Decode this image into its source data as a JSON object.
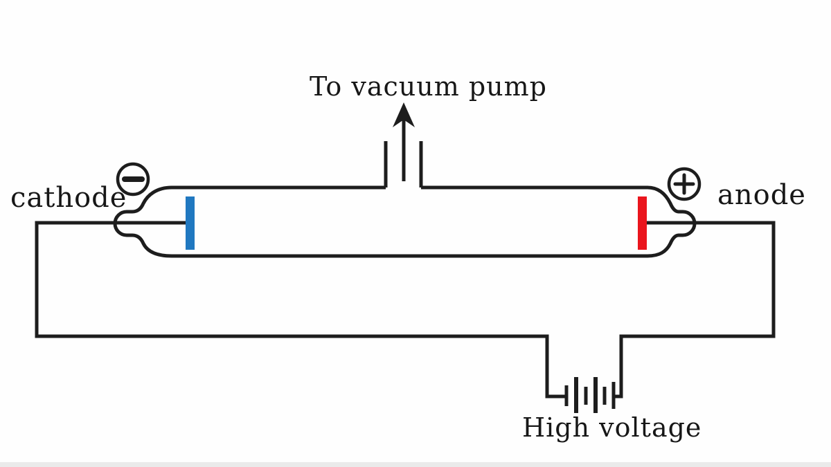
{
  "figure": {
    "type": "physics-diagram",
    "subject": "cathode ray discharge tube with vacuum pump and high voltage supply",
    "labels": {
      "to_vacuum_pump": "To vacuum pump",
      "cathode": "cathode",
      "anode": "anode",
      "high_voltage": "High voltage"
    },
    "icons": {
      "negative_terminal": "circled-minus",
      "positive_terminal": "circled-plus",
      "vacuum_arrow": "up-arrow",
      "battery": "battery-cells"
    },
    "colors": {
      "line": "#1d1d1d",
      "cathode_electrode_blue": "#2078c0",
      "anode_electrode_red": "#ea151d",
      "background": "#fefefe"
    }
  }
}
